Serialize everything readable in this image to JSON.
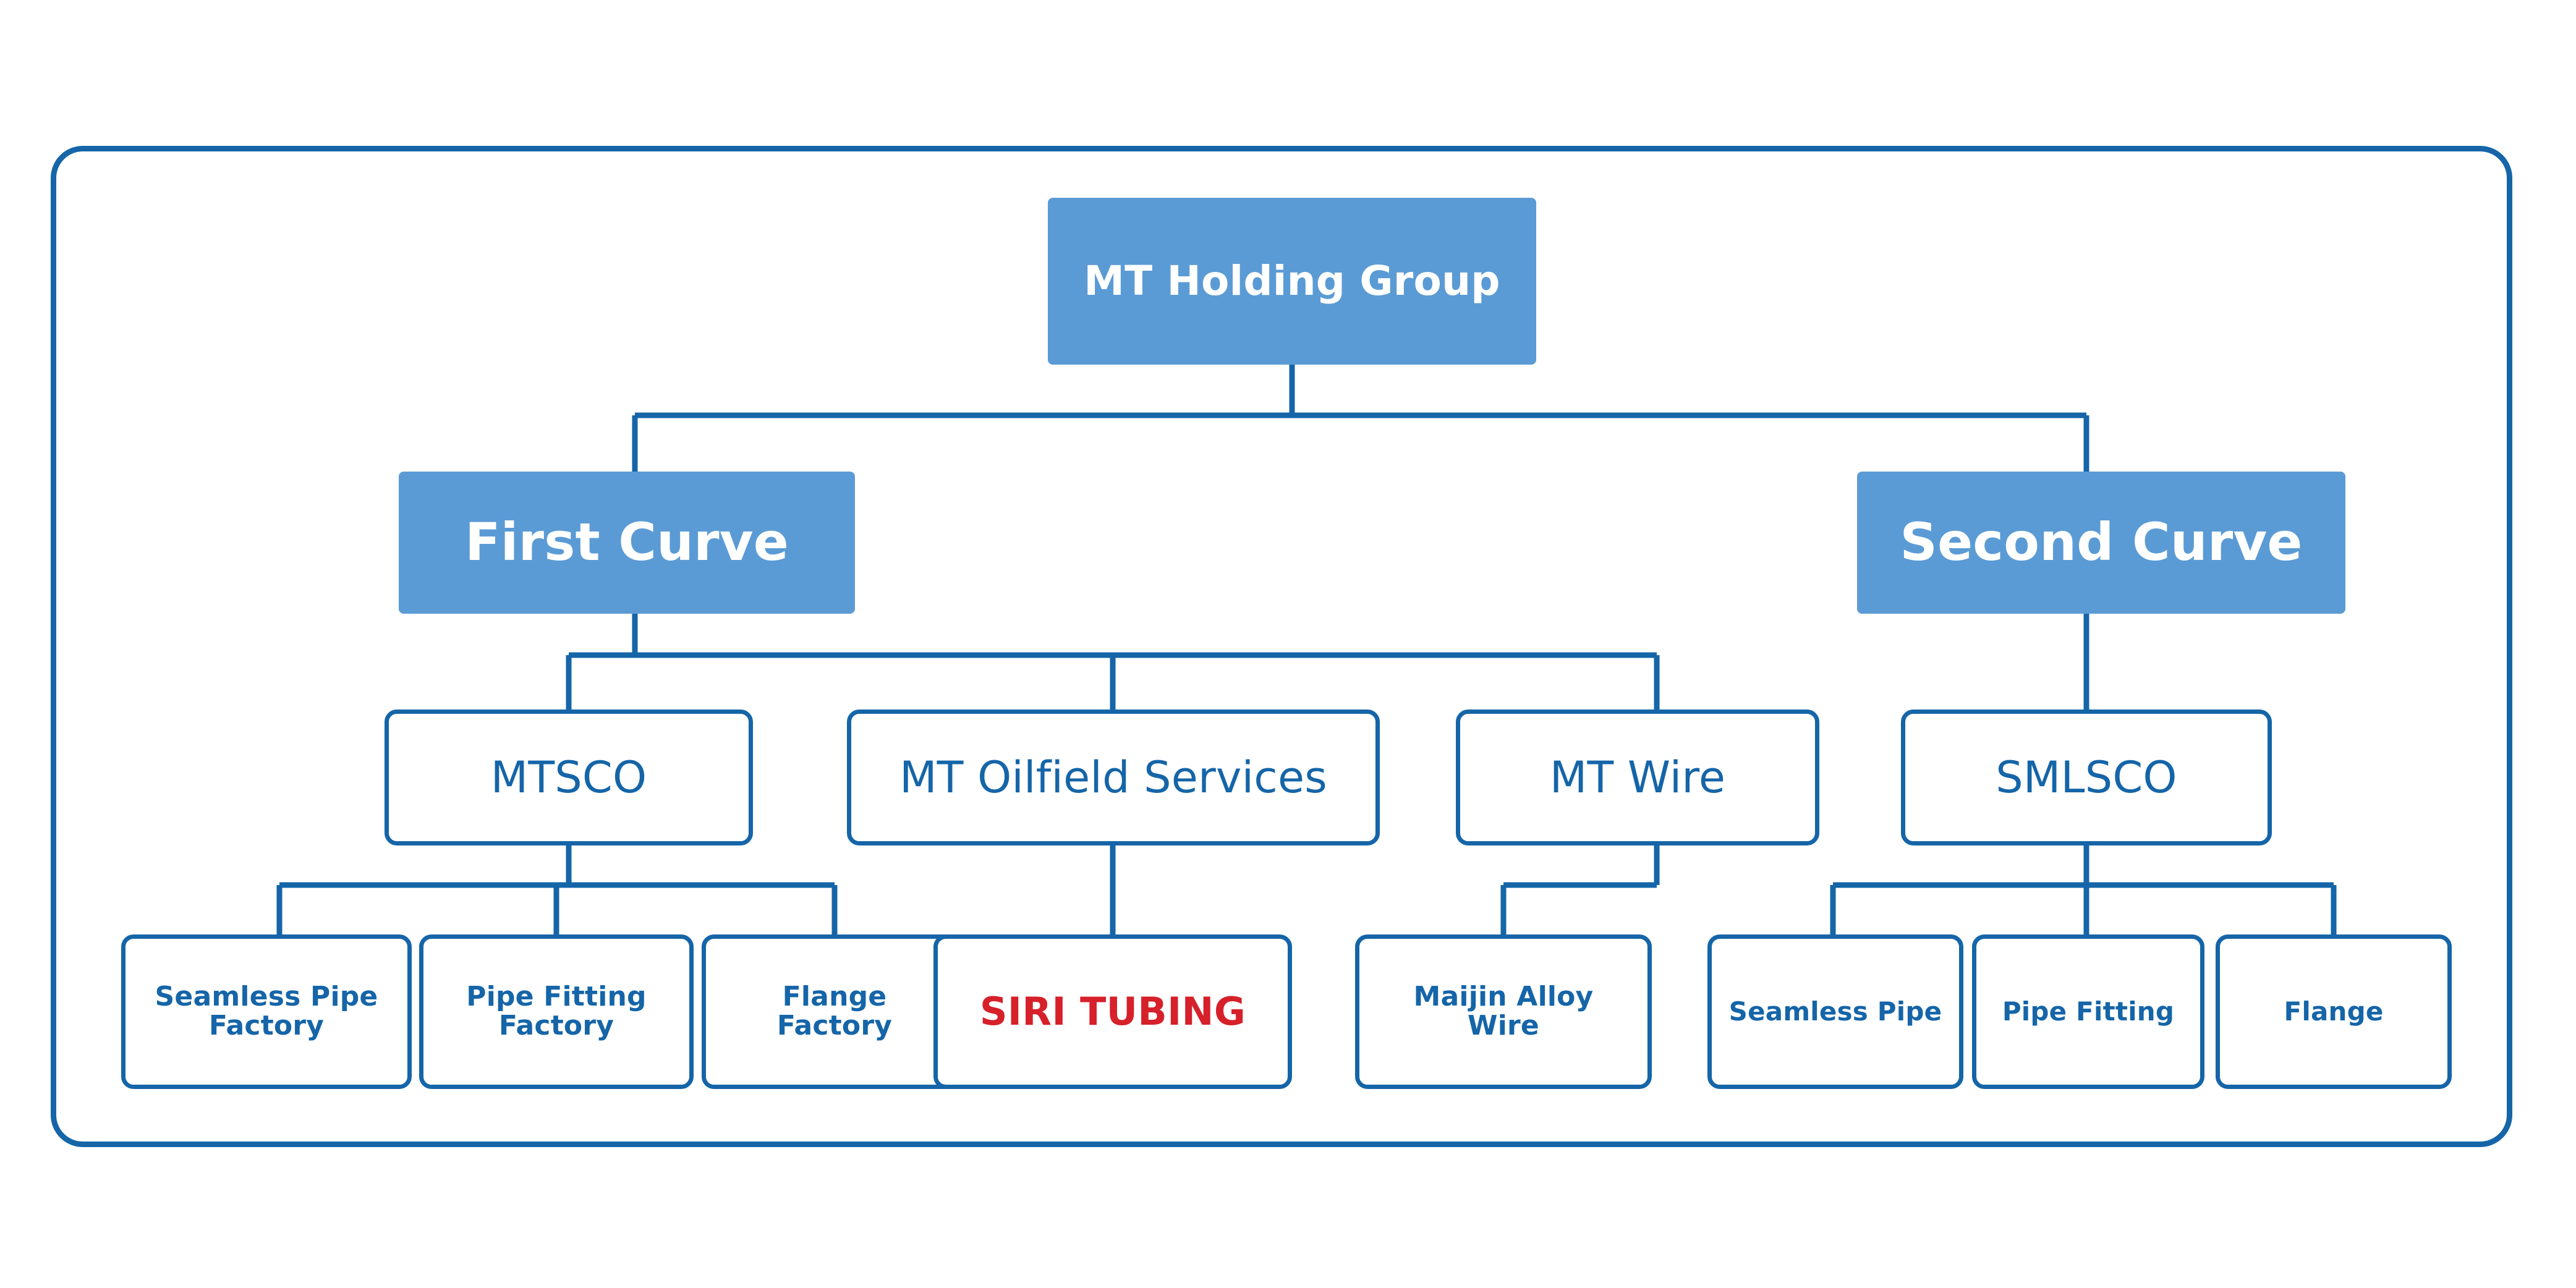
{
  "chart_type": "organization-chart",
  "colors": {
    "frame_border": "#1565a8",
    "node_fill_blue": "#5b9bd5",
    "node_border_blue": "#1565a8",
    "node_text_blue": "#1565a8",
    "node_text_white": "#ffffff",
    "highlight_red": "#d6202a",
    "background": "#ffffff"
  },
  "org": {
    "root": {
      "label": "MT Holding Group"
    },
    "divisions": [
      {
        "label": "First Curve"
      },
      {
        "label": "Second Curve"
      }
    ],
    "companies": [
      {
        "label": "MTSCO"
      },
      {
        "label": "MT Oilfield Services"
      },
      {
        "label": "MT Wire"
      },
      {
        "label": "SMLSCO"
      }
    ],
    "units": [
      {
        "label": "Seamless Pipe\nFactory"
      },
      {
        "label": "Pipe Fitting\nFactory"
      },
      {
        "label": "Flange\nFactory"
      },
      {
        "label": "SIRI TUBING"
      },
      {
        "label": "Maijin Alloy\nWire"
      },
      {
        "label": "Seamless Pipe"
      },
      {
        "label": "Pipe Fitting"
      },
      {
        "label": "Flange"
      }
    ]
  }
}
